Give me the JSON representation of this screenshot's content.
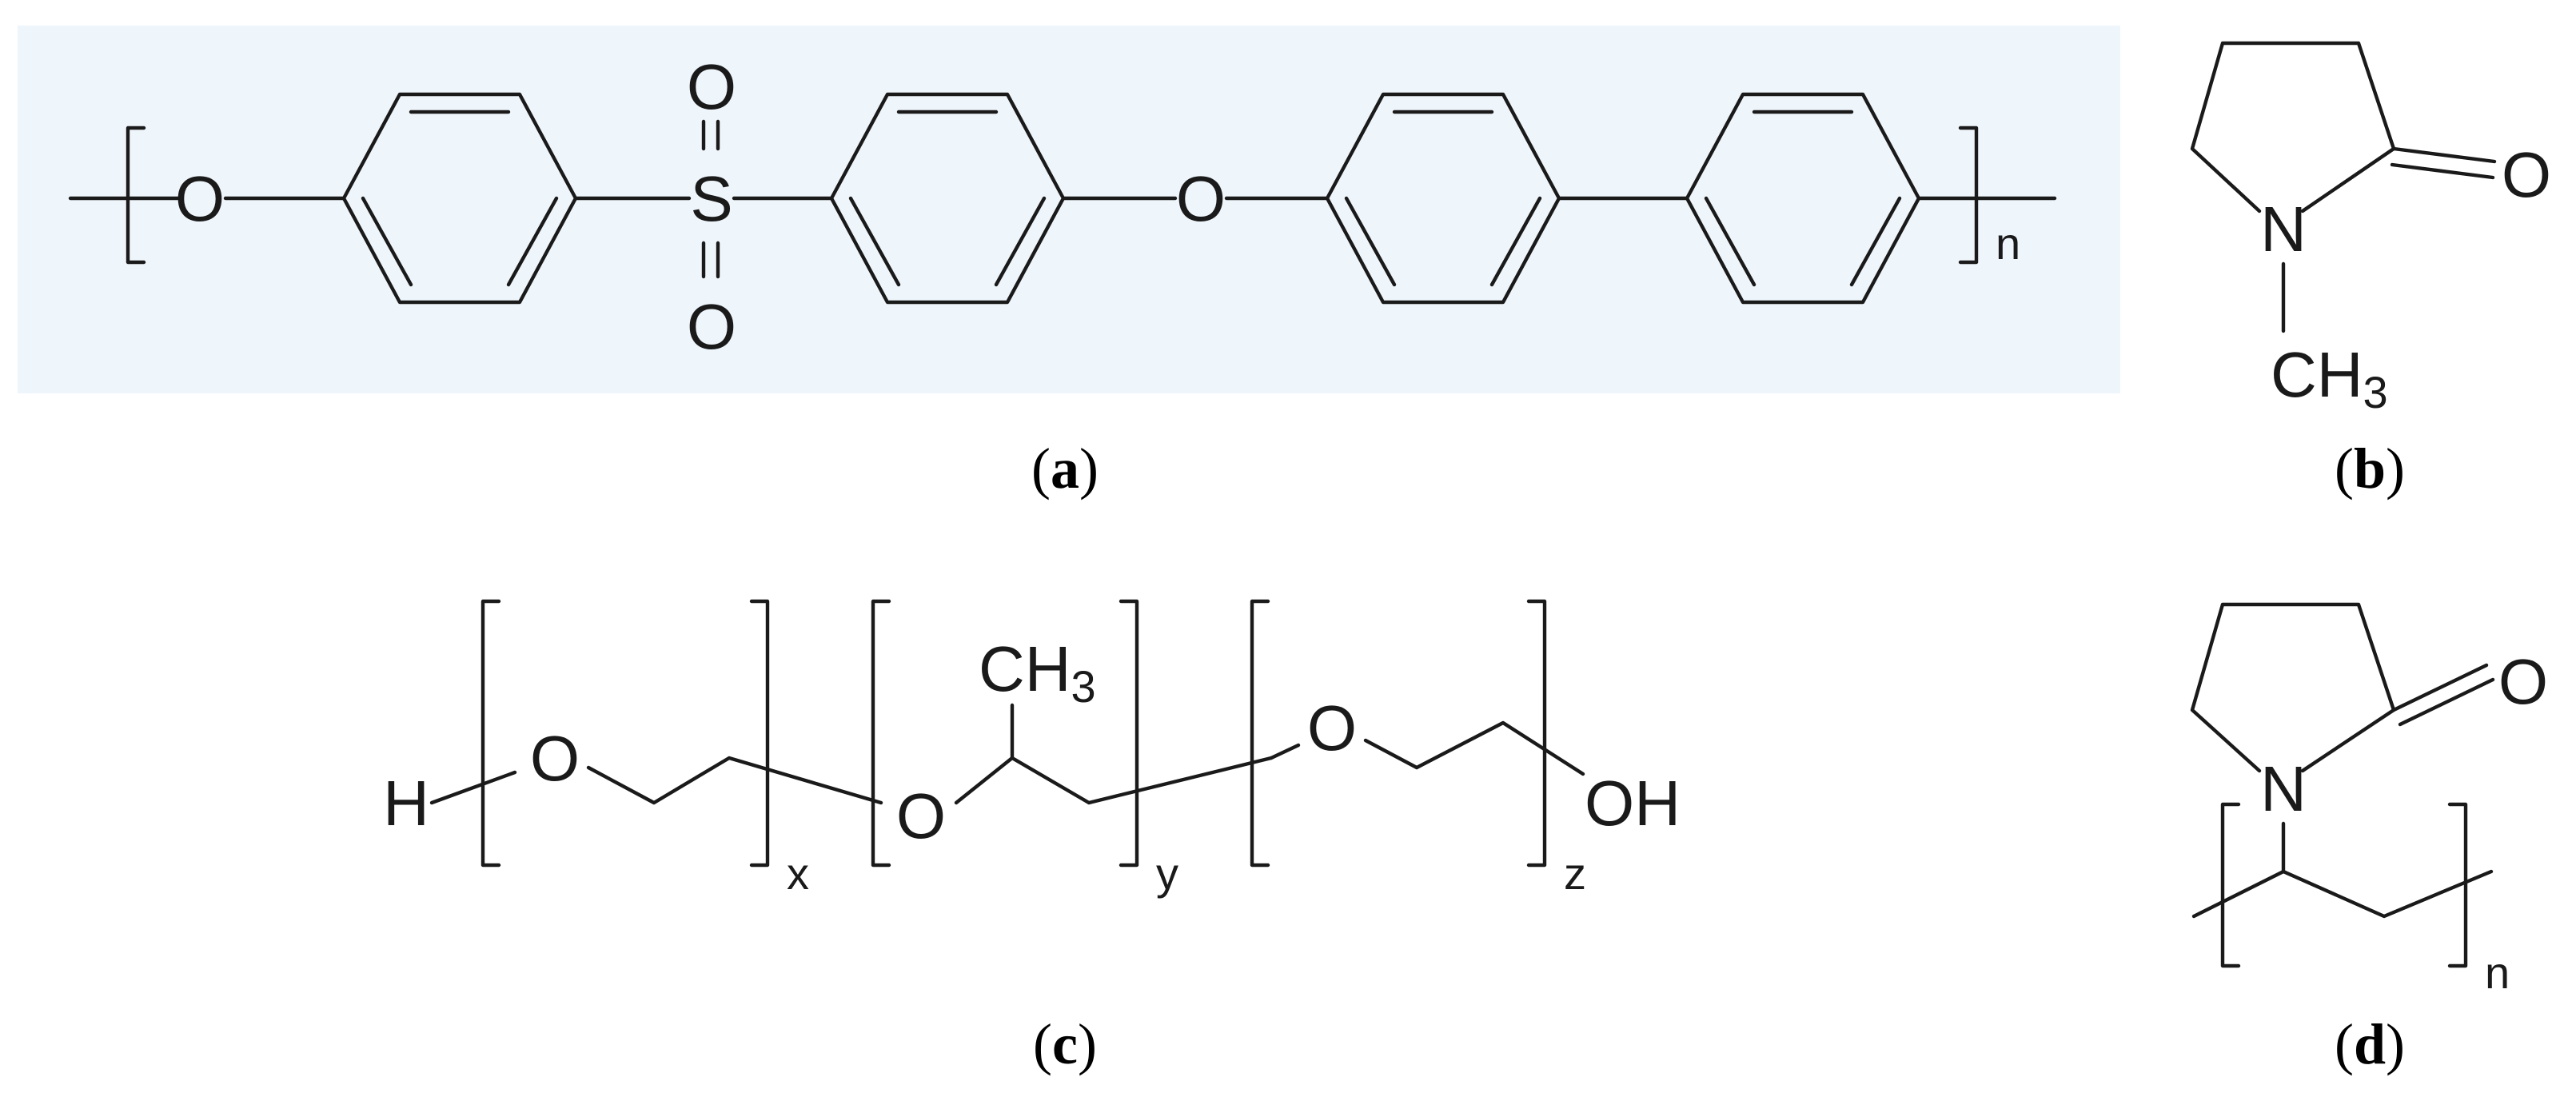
{
  "colors": {
    "panel_a_background": "#eef5fb",
    "ink": "#1a1a1a"
  },
  "panel_a": {
    "atom_o1": "O",
    "atom_s": "S",
    "atom_s_o_top": "O",
    "atom_s_o_bottom": "O",
    "atom_o2": "O",
    "repeat_subscript": "n",
    "caption": {
      "open": "(",
      "letter": "a",
      "close": ")"
    }
  },
  "panel_b": {
    "atom_o": "O",
    "atom_n": "N",
    "methyl_ch": "CH",
    "methyl_sub": "3",
    "caption": {
      "open": "(",
      "letter": "b",
      "close": ")"
    }
  },
  "panel_c": {
    "end_h": "H",
    "atom_o1": "O",
    "subscript_x": "x",
    "atom_o2": "O",
    "methyl_ch": "CH",
    "methyl_sub": "3",
    "subscript_y": "y",
    "atom_o3": "O",
    "subscript_z": "z",
    "end_oh": "OH",
    "caption": {
      "open": "(",
      "letter": "c",
      "close": ")"
    }
  },
  "panel_d": {
    "atom_o": "O",
    "atom_n": "N",
    "repeat_subscript": "n",
    "caption": {
      "open": "(",
      "letter": "d",
      "close": ")"
    }
  }
}
